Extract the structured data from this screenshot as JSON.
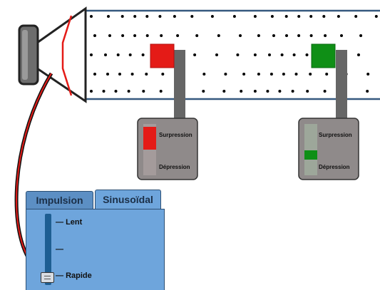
{
  "gauges": [
    {
      "surpression_label": "Surpression",
      "depression_label": "Dépression",
      "color": "#e41b17",
      "level": "surpression"
    },
    {
      "surpression_label": "Surpression",
      "depression_label": "Dépression",
      "color": "#0f8f16",
      "level": "depression"
    }
  ],
  "tabs": [
    {
      "label": "Impulsion",
      "active": false
    },
    {
      "label": "Sinusoïdal",
      "active": true
    }
  ],
  "slider": {
    "labels": {
      "slow": "Lent",
      "mid": "",
      "fast": "Rapide"
    },
    "value": "Rapide"
  },
  "colors": {
    "tube_line": "#36597f",
    "dot": "#000000",
    "speaker_wire_red": "#e41b17",
    "panel_blue": "#6ea5dc"
  }
}
